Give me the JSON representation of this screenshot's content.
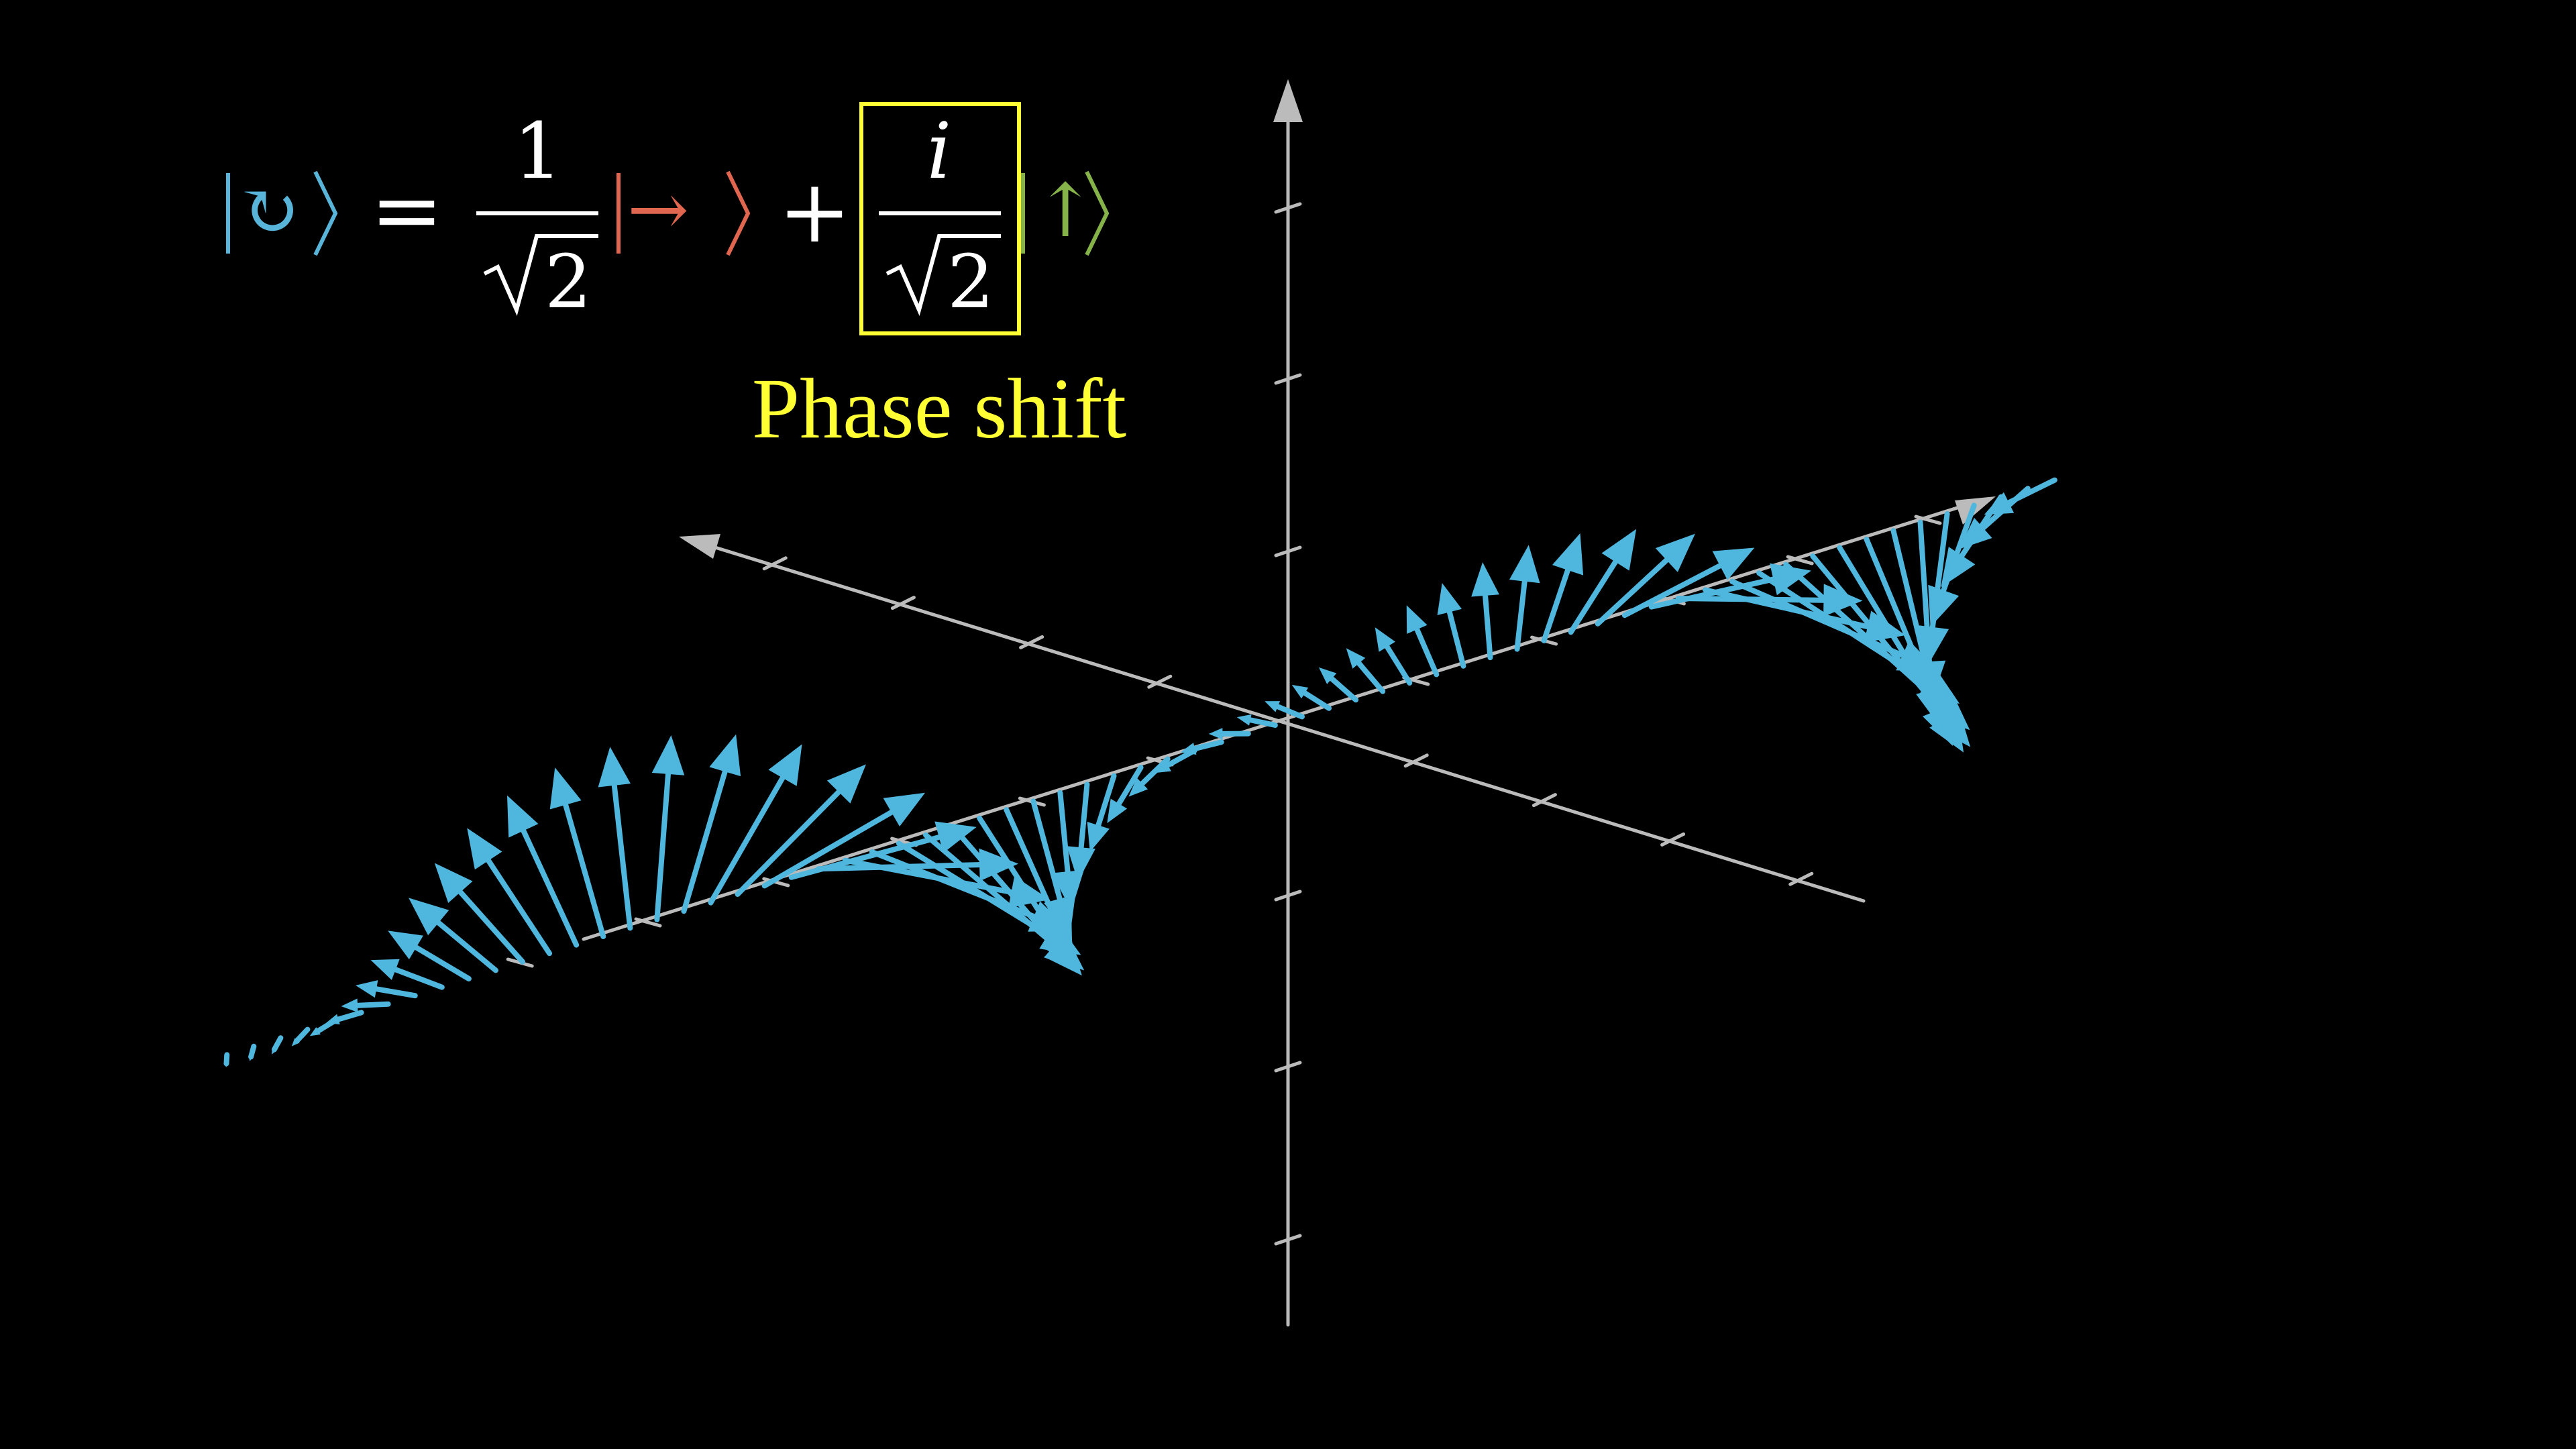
{
  "equation": {
    "lhs_ket_symbol": "↻",
    "equals": "=",
    "coef1_numerator": "1",
    "coef1_radicand": "2",
    "ket1_symbol": "→",
    "plus": "+",
    "coef2_numerator": "i",
    "coef2_radicand": "2",
    "ket2_symbol": "↑"
  },
  "annotation": {
    "label": "Phase shift"
  },
  "colors": {
    "background": "#000000",
    "axis": "#bbbbbb",
    "wave_vector": "#4fb6de",
    "lhs_ket": "#58b4d8",
    "ket_right": "#e06650",
    "ket_up": "#86b24a",
    "highlight": "#ffff33",
    "text": "#ffffff"
  },
  "icons": {
    "axis_arrowhead": "triangle-arrowhead-icon",
    "vector_arrowhead": "triangle-arrowhead-icon"
  }
}
